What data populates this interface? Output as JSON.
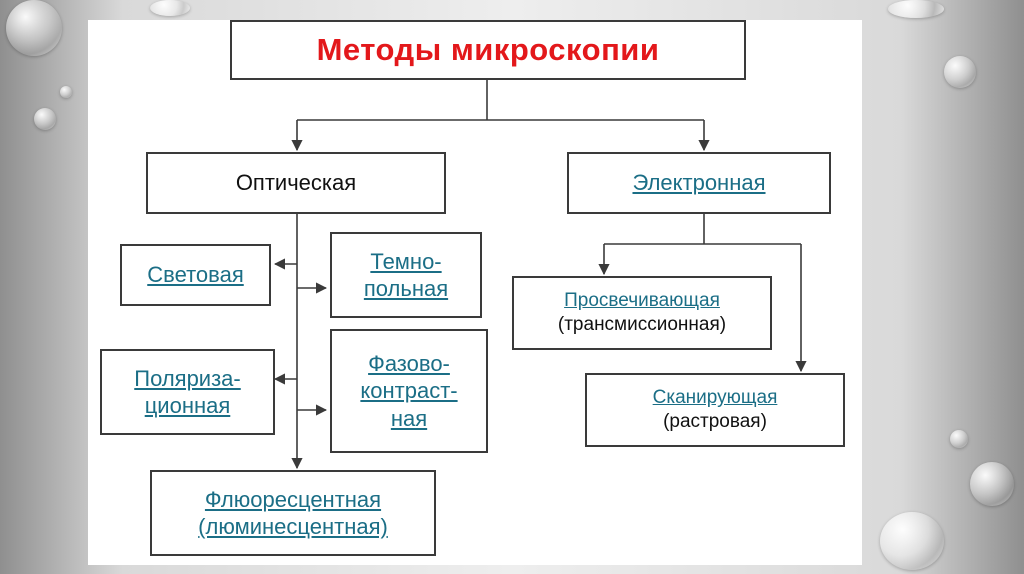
{
  "title": "Методы микроскопии",
  "optical": {
    "label": "Оптическая",
    "items": {
      "light": "Световая",
      "darkfield": [
        "Темно-",
        "польная"
      ],
      "polarization": [
        "Поляриза-",
        "ционная"
      ],
      "phase": [
        "Фазово-",
        "контраст-",
        "ная"
      ],
      "fluorescent": [
        "Флюоресцентная",
        "(люминесцентная)"
      ]
    }
  },
  "electron": {
    "label": "Электронная",
    "transmission": {
      "name": "Просвечивающая",
      "note": "(трансмиссионная)"
    },
    "scanning": {
      "name": "Сканирующая",
      "note": "(растровая)"
    }
  },
  "colors": {
    "title": "#e3181b",
    "link": "#1b6e86",
    "border": "#3a3a3a",
    "line": "#3a3a3a"
  }
}
